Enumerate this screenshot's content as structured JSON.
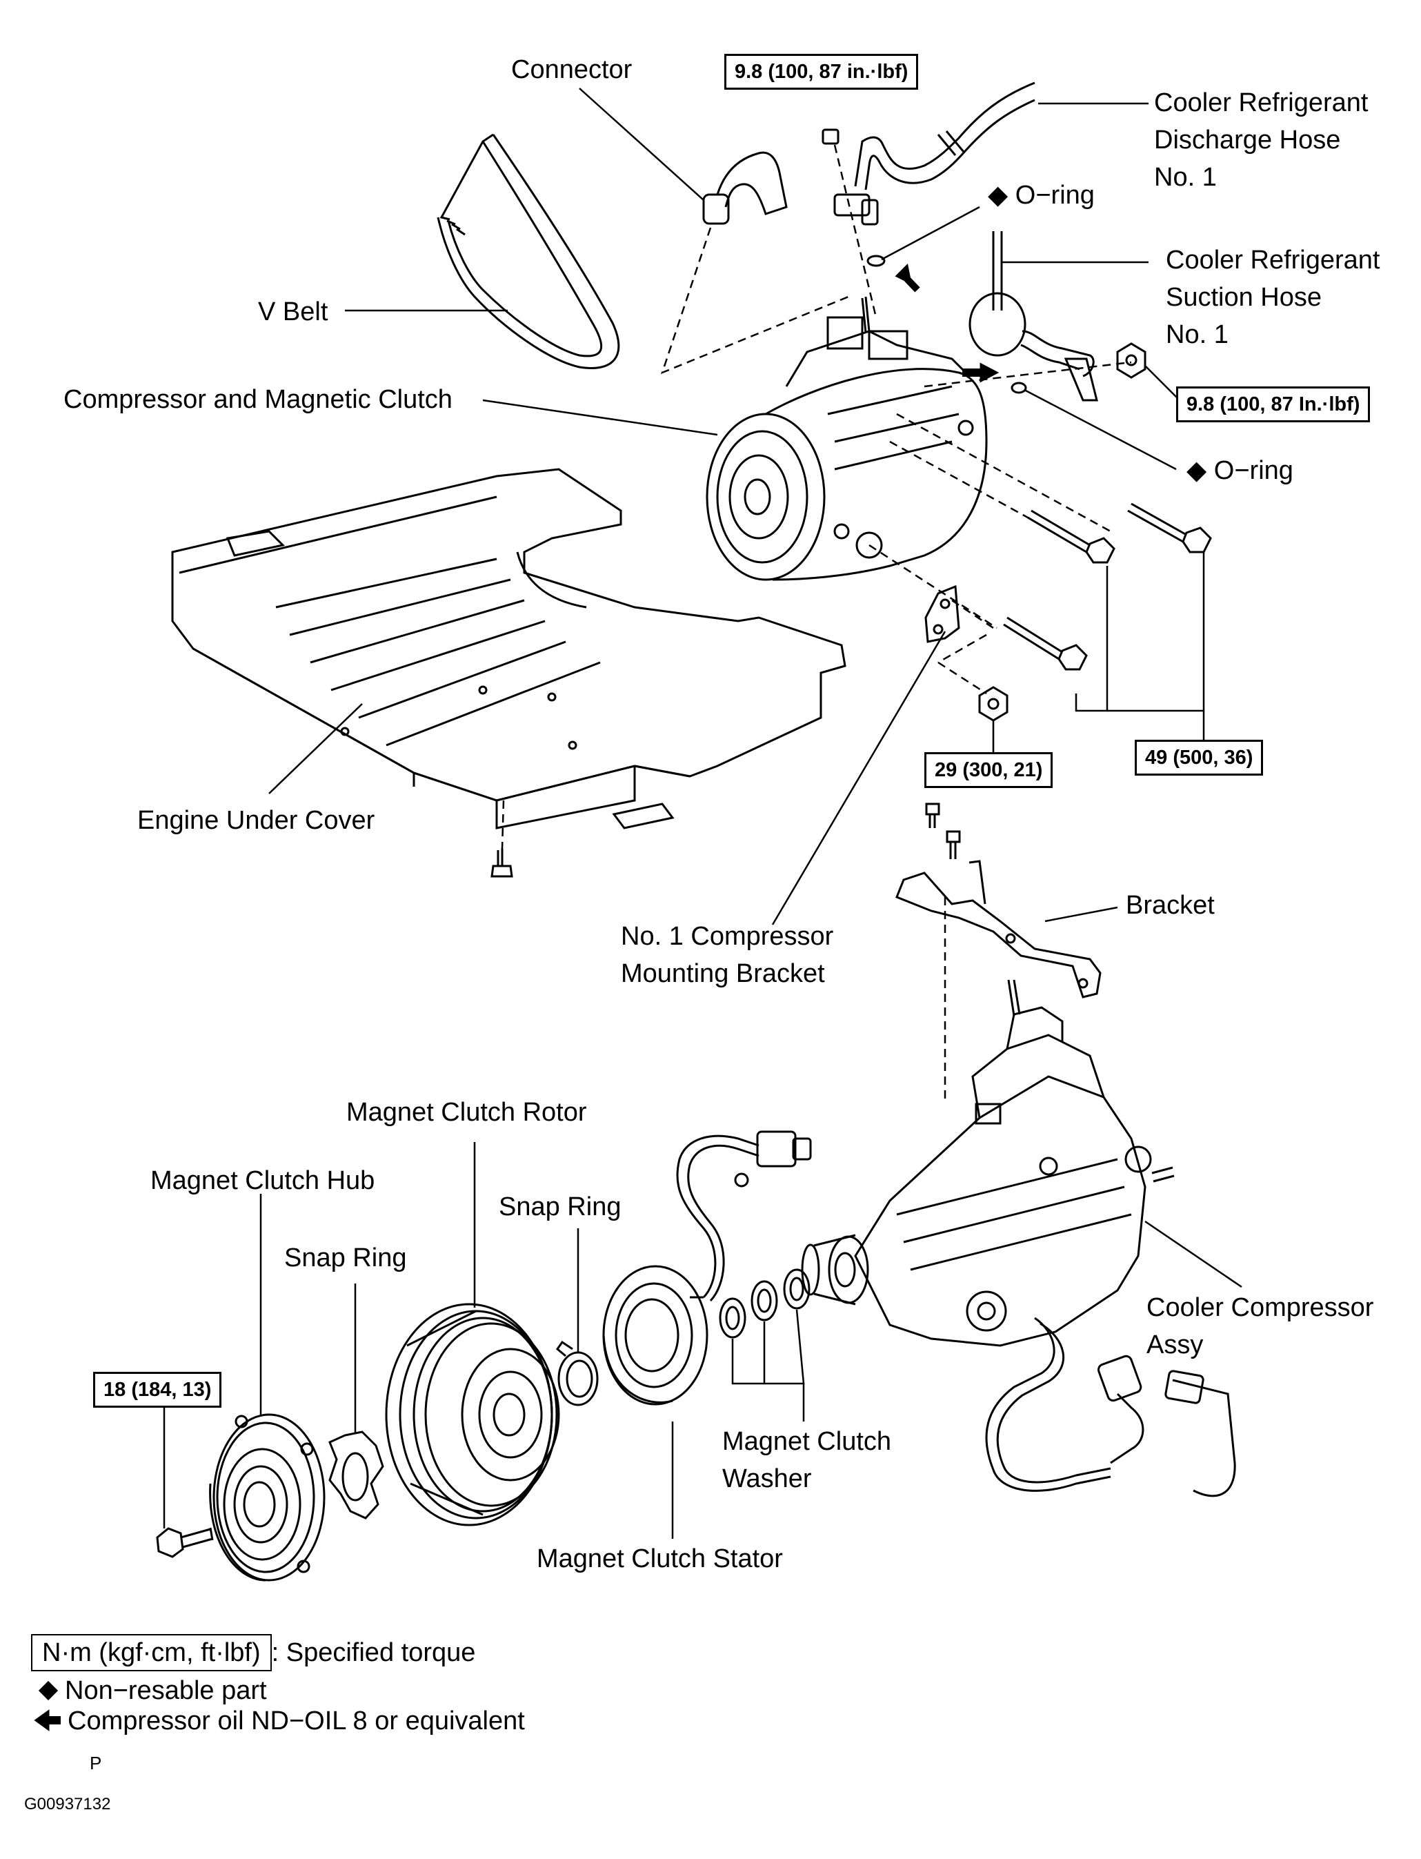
{
  "labels": {
    "connector": "Connector",
    "torque_top": "9.8 (100, 87 in.·lbf)",
    "discharge_hose": [
      "Cooler Refrigerant",
      "Discharge Hose",
      "No. 1"
    ],
    "o_ring_top": "O−ring",
    "suction_hose": [
      "Cooler Refrigerant",
      "Suction Hose",
      "No. 1"
    ],
    "v_belt": "V Belt",
    "compressor_clutch": "Compressor and Magnetic Clutch",
    "torque_right": "9.8 (100, 87 In.·lbf)",
    "o_ring_right": "O−ring",
    "engine_under_cover": "Engine Under Cover",
    "torque_49": "49 (500, 36)",
    "torque_29": "29 (300, 21)",
    "bracket": "Bracket",
    "mounting_bracket": [
      "No. 1 Compressor",
      "Mounting Bracket"
    ],
    "clutch_rotor": "Magnet Clutch Rotor",
    "clutch_hub": "Magnet Clutch Hub",
    "snap_ring_right": "Snap Ring",
    "snap_ring_left": "Snap Ring",
    "torque_18": "18 (184, 13)",
    "cooler_compressor": [
      "Cooler Compressor",
      "Assy"
    ],
    "clutch_washer": [
      "Magnet Clutch",
      "Washer"
    ],
    "clutch_stator": "Magnet Clutch Stator"
  },
  "legend": {
    "torque_unit": "N·m (kgf·cm, ft·lbf)",
    "torque_desc": ": Specified torque",
    "nonresable": "Non−resable part",
    "compressor_oil": "Compressor oil ND−OIL 8 or equivalent",
    "p": "P"
  },
  "figure_id": "G00937132",
  "icons": {
    "diamond": "diamond-bullet-icon",
    "arrow": "oil-arrow-icon"
  }
}
